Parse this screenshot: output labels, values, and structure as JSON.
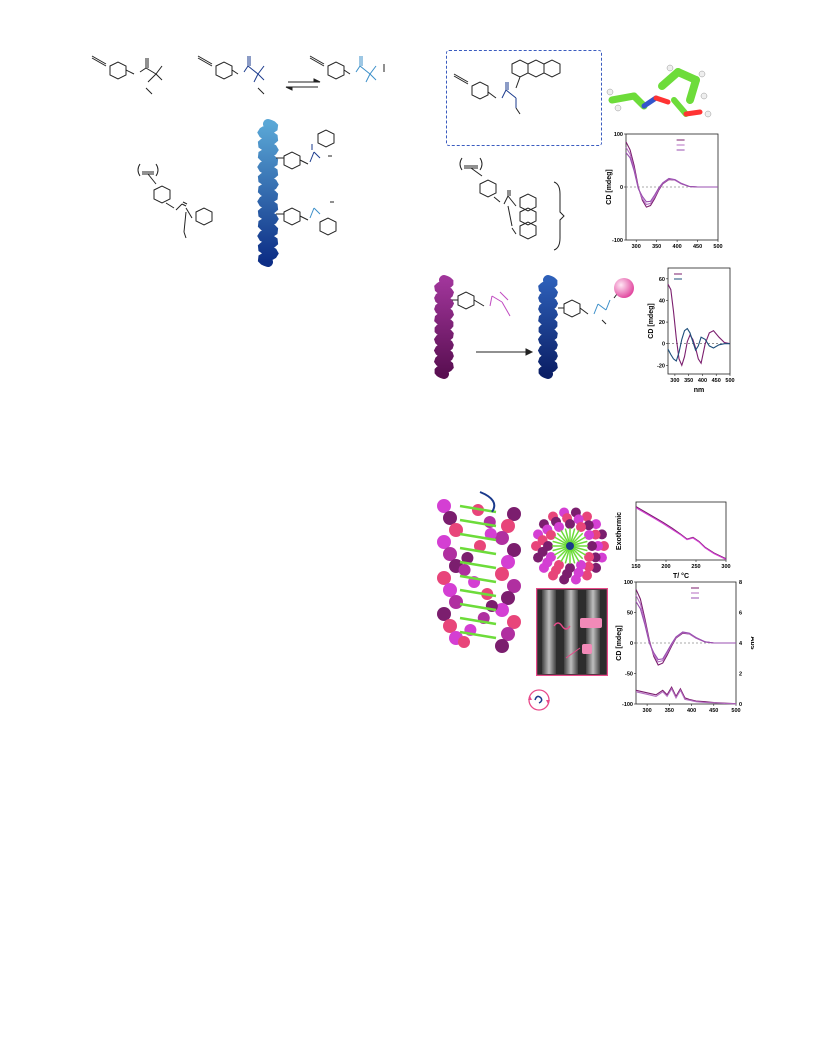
{
  "colors": {
    "blue_dark": "#1a3a8c",
    "blue_light": "#3b8fc9",
    "purple": "#7b1e6e",
    "magenta": "#d43fd3",
    "pink": "#e8457a",
    "green": "#6ddc3a",
    "navy": "#1d4e7a"
  },
  "chart_data": [
    {
      "id": "cd-top",
      "type": "line",
      "ylabel": "CD [mdeg]",
      "xlabel": "",
      "xlim": [
        275,
        500
      ],
      "ylim": [
        -100,
        100
      ],
      "xticks": [
        300,
        350,
        400,
        450,
        500
      ],
      "yticks": [
        -100,
        0,
        100
      ],
      "series": [
        {
          "x": [
            275,
            285,
            295,
            305,
            315,
            325,
            335,
            345,
            355,
            365,
            380,
            395,
            410,
            430,
            450,
            475,
            500
          ],
          "y": [
            85,
            70,
            40,
            0,
            -25,
            -38,
            -35,
            -22,
            -6,
            6,
            14,
            13,
            6,
            1,
            0,
            0,
            0
          ],
          "color": "#7b1e6e"
        },
        {
          "x": [
            275,
            285,
            295,
            305,
            315,
            325,
            335,
            345,
            355,
            365,
            380,
            395,
            410,
            430,
            450,
            475,
            500
          ],
          "y": [
            75,
            62,
            34,
            -2,
            -22,
            -33,
            -31,
            -19,
            -4,
            7,
            15,
            13,
            6,
            1,
            0,
            0,
            0
          ],
          "color": "#b46ec2"
        },
        {
          "x": [
            275,
            285,
            295,
            305,
            315,
            325,
            335,
            345,
            355,
            365,
            380,
            395,
            410,
            430,
            450,
            475,
            500
          ],
          "y": [
            65,
            55,
            30,
            -3,
            -18,
            -28,
            -27,
            -15,
            -2,
            8,
            16,
            14,
            7,
            1,
            0,
            0,
            0
          ],
          "color": "#9a4fb0"
        }
      ]
    },
    {
      "id": "cd-mid",
      "type": "line",
      "ylabel": "CD [mdeg]",
      "xlabel": "nm",
      "xlim": [
        275,
        500
      ],
      "ylim": [
        -28,
        70
      ],
      "xticks": [
        300,
        350,
        400,
        450,
        500
      ],
      "yticks": [
        -20,
        0,
        20,
        40,
        60
      ],
      "series": [
        {
          "x": [
            275,
            285,
            295,
            305,
            315,
            325,
            335,
            345,
            355,
            365,
            375,
            385,
            395,
            410,
            425,
            440,
            460,
            480,
            500
          ],
          "y": [
            55,
            50,
            30,
            5,
            -14,
            -20,
            -12,
            2,
            8,
            4,
            -4,
            -14,
            -18,
            0,
            10,
            12,
            6,
            1,
            0
          ],
          "color": "#7b1e6e"
        },
        {
          "x": [
            275,
            285,
            295,
            305,
            315,
            325,
            335,
            345,
            355,
            365,
            375,
            385,
            395,
            410,
            425,
            440,
            460,
            480,
            500
          ],
          "y": [
            -5,
            -10,
            -14,
            -16,
            -8,
            4,
            12,
            14,
            10,
            2,
            -6,
            -2,
            6,
            4,
            -2,
            -4,
            -1,
            0,
            0
          ],
          "color": "#1d4e7a"
        }
      ]
    },
    {
      "id": "dsc",
      "type": "line",
      "ylabel": "Exothermic",
      "xlabel": "T/ °C",
      "xlim": [
        150,
        300
      ],
      "ylim": [
        0,
        10
      ],
      "xticks": [
        150,
        200,
        250,
        300
      ],
      "yticks": [],
      "series": [
        {
          "x": [
            150,
            165,
            180,
            195,
            210,
            225,
            235,
            245,
            255,
            265,
            280,
            300
          ],
          "y": [
            9.2,
            8.3,
            7.4,
            6.5,
            5.5,
            4.4,
            3.6,
            3.9,
            3.2,
            2.2,
            1.2,
            0.2
          ],
          "color": "#7b1e6e"
        },
        {
          "x": [
            150,
            165,
            180,
            195,
            210,
            225,
            235,
            245,
            255,
            265,
            280,
            300
          ],
          "y": [
            9.0,
            8.1,
            7.2,
            6.3,
            5.3,
            4.3,
            3.5,
            3.8,
            3.1,
            2.1,
            1.1,
            0.1
          ],
          "color": "#d43fd3"
        }
      ]
    },
    {
      "id": "cd-bottom",
      "type": "line",
      "ylabel": "CD [mdeg]",
      "y2label": "Abs",
      "xlabel": "",
      "xlim": [
        275,
        500
      ],
      "ylim": [
        -100,
        100
      ],
      "y2lim": [
        0,
        8
      ],
      "xticks": [
        300,
        350,
        400,
        450,
        500
      ],
      "yticks": [
        -100,
        -50,
        0,
        50,
        100
      ],
      "y2ticks": [
        0,
        2,
        4,
        6,
        8
      ],
      "series": [
        {
          "x": [
            275,
            285,
            295,
            305,
            315,
            325,
            335,
            345,
            355,
            365,
            380,
            395,
            410,
            430,
            450,
            475,
            500
          ],
          "y": [
            88,
            72,
            40,
            5,
            -22,
            -36,
            -33,
            -20,
            -5,
            8,
            16,
            15,
            8,
            2,
            0,
            0,
            0
          ],
          "color": "#7b1e6e"
        },
        {
          "x": [
            275,
            285,
            295,
            305,
            315,
            325,
            335,
            345,
            355,
            365,
            380,
            395,
            410,
            430,
            450,
            475,
            500
          ],
          "y": [
            78,
            64,
            35,
            2,
            -19,
            -31,
            -29,
            -17,
            -3,
            9,
            17,
            15,
            8,
            2,
            0,
            0,
            0
          ],
          "color": "#b46ec2"
        },
        {
          "x": [
            275,
            285,
            295,
            305,
            315,
            325,
            335,
            345,
            355,
            365,
            380,
            395,
            410,
            430,
            450,
            475,
            500
          ],
          "y": [
            68,
            56,
            30,
            0,
            -16,
            -27,
            -26,
            -14,
            -1,
            10,
            18,
            16,
            9,
            2,
            0,
            0,
            0
          ],
          "color": "#9a4fb0"
        },
        {
          "axis": "y2",
          "x": [
            275,
            290,
            305,
            320,
            335,
            345,
            355,
            365,
            375,
            385,
            395,
            410,
            430,
            450,
            475,
            500
          ],
          "y": [
            0.9,
            0.8,
            0.7,
            0.6,
            0.9,
            0.6,
            1.1,
            0.5,
            1.0,
            0.4,
            0.3,
            0.2,
            0.15,
            0.1,
            0.05,
            0.02
          ],
          "color": "#7b1e6e"
        },
        {
          "axis": "y2",
          "x": [
            275,
            290,
            305,
            320,
            335,
            345,
            355,
            365,
            375,
            385,
            395,
            410,
            430,
            450,
            475,
            500
          ],
          "y": [
            0.8,
            0.7,
            0.6,
            0.5,
            0.8,
            0.5,
            1.0,
            0.4,
            0.9,
            0.3,
            0.25,
            0.15,
            0.1,
            0.08,
            0.03,
            0.01
          ],
          "color": "#b46ec2"
        }
      ]
    }
  ]
}
